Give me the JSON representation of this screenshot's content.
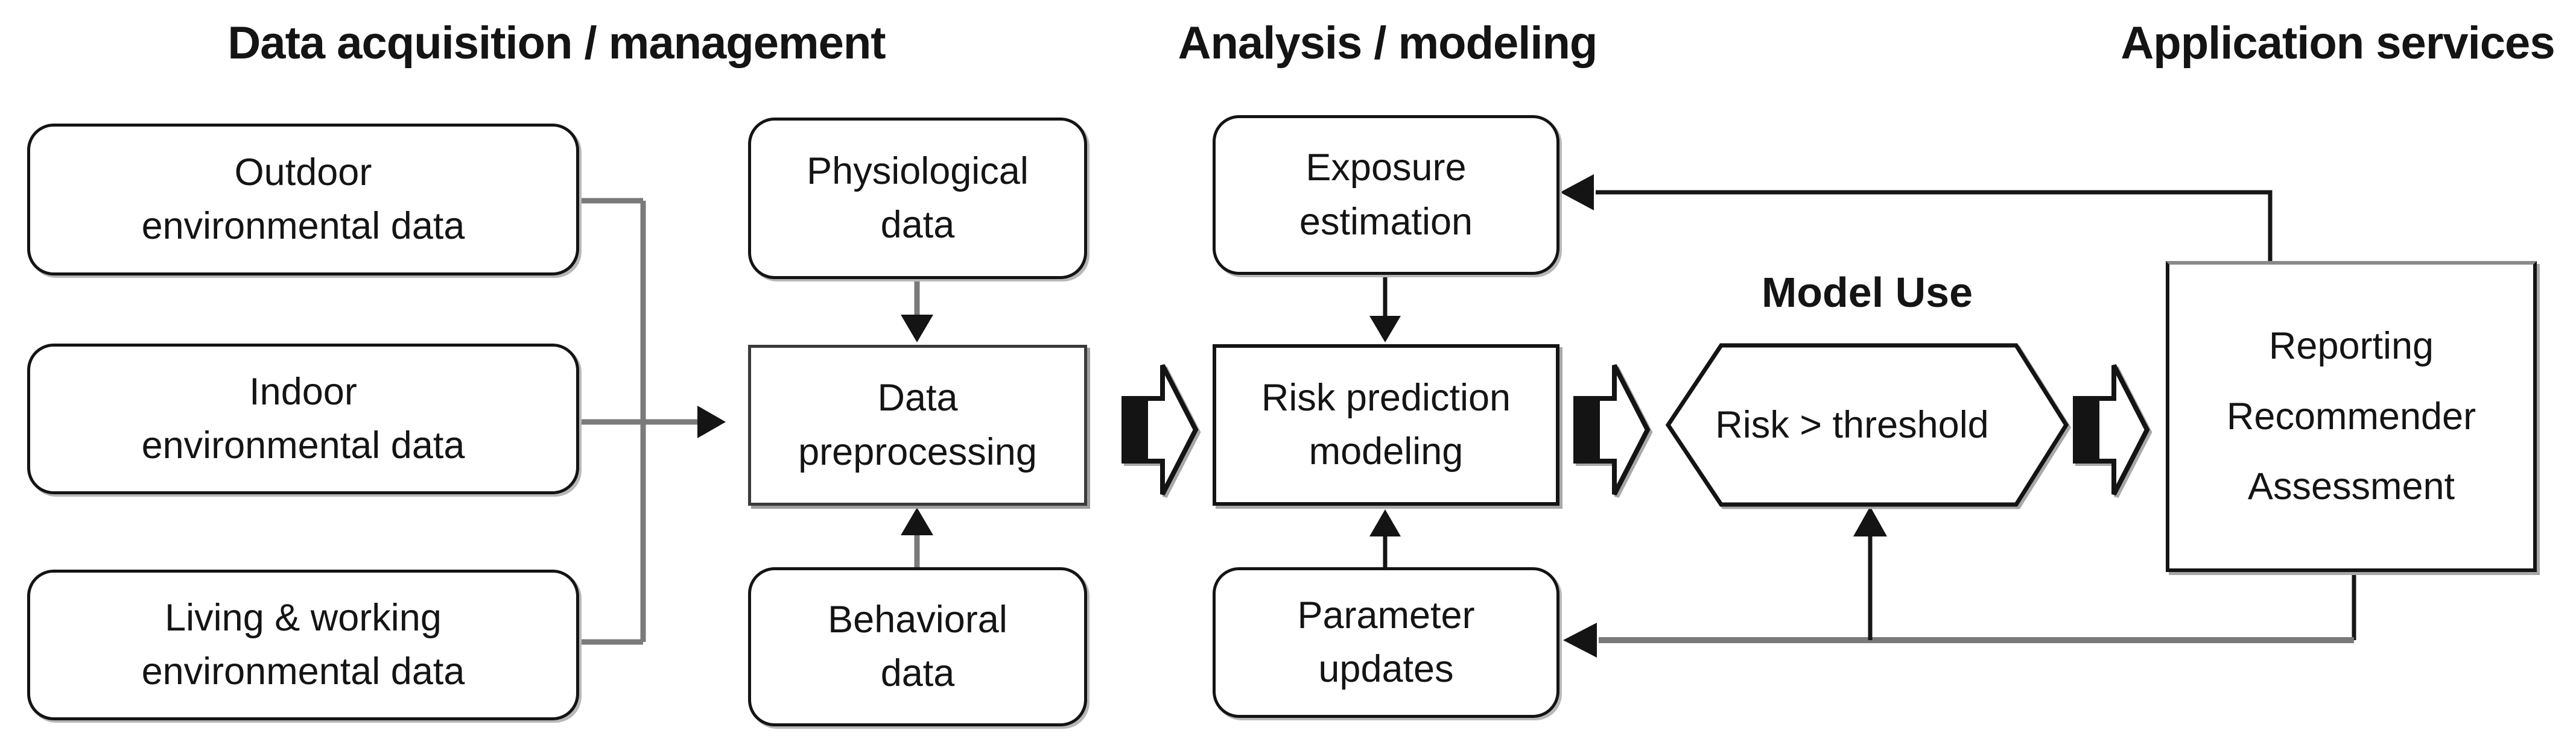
{
  "diagram": {
    "type": "flow-diagram",
    "background": "#ffffff",
    "palette": {
      "ink": "#141414",
      "connector_gray": "#7a7a7a",
      "shadow_gray": "#a8a8a8",
      "fill": "#ffffff"
    },
    "sections": [
      {
        "id": "data-acquisition",
        "title": "Data acquisition / management"
      },
      {
        "id": "analysis-modeling",
        "title": "Analysis / modeling"
      },
      {
        "id": "application-services",
        "title": "Application services"
      }
    ],
    "model_use_label": "Model Use",
    "nodes": {
      "outdoor": {
        "label": "Outdoor\nenvironmental data",
        "shape": "rounded-rectangle"
      },
      "indoor": {
        "label": "Indoor\nenvironmental data",
        "shape": "rounded-rectangle"
      },
      "living": {
        "label": "Living & working\nenvironmental data",
        "shape": "rounded-rectangle"
      },
      "physiological": {
        "label": "Physiological\ndata",
        "shape": "rounded-rectangle"
      },
      "preprocessing": {
        "label": "Data\npreprocessing",
        "shape": "rectangle"
      },
      "behavioral": {
        "label": "Behavioral\ndata",
        "shape": "rounded-rectangle"
      },
      "exposure": {
        "label": "Exposure\nestimation",
        "shape": "rounded-rectangle"
      },
      "risk_prediction": {
        "label": "Risk prediction\nmodeling",
        "shape": "rectangle"
      },
      "parameter_updates": {
        "label": "Parameter\nupdates",
        "shape": "rounded-rectangle"
      },
      "decision": {
        "label": "Risk > threshold",
        "shape": "hexagon"
      },
      "reporting": {
        "label": "Reporting\nRecommender\nAssessment",
        "shape": "rectangle"
      }
    },
    "edges": [
      {
        "from": "outdoor",
        "to": "preprocessing",
        "style": "gray-line-arrow"
      },
      {
        "from": "indoor",
        "to": "preprocessing",
        "style": "gray-line-arrow"
      },
      {
        "from": "living",
        "to": "preprocessing",
        "style": "gray-line-arrow"
      },
      {
        "from": "physiological",
        "to": "preprocessing",
        "style": "gray-line-arrow"
      },
      {
        "from": "behavioral",
        "to": "preprocessing",
        "style": "gray-line-arrow"
      },
      {
        "from": "preprocessing",
        "to": "risk_prediction",
        "style": "block-arrow"
      },
      {
        "from": "exposure",
        "to": "risk_prediction",
        "style": "black-line-arrow"
      },
      {
        "from": "parameter_updates",
        "to": "risk_prediction",
        "style": "black-line-arrow"
      },
      {
        "from": "risk_prediction",
        "to": "decision",
        "style": "block-arrow"
      },
      {
        "from": "decision",
        "to": "reporting",
        "style": "block-arrow"
      },
      {
        "from": "reporting",
        "to": "exposure",
        "style": "feedback-line-arrow"
      },
      {
        "from": "reporting",
        "to": "parameter_updates",
        "style": "feedback-line-arrow"
      },
      {
        "from": "reporting",
        "to": "decision",
        "style": "feedback-line-arrow"
      }
    ]
  }
}
